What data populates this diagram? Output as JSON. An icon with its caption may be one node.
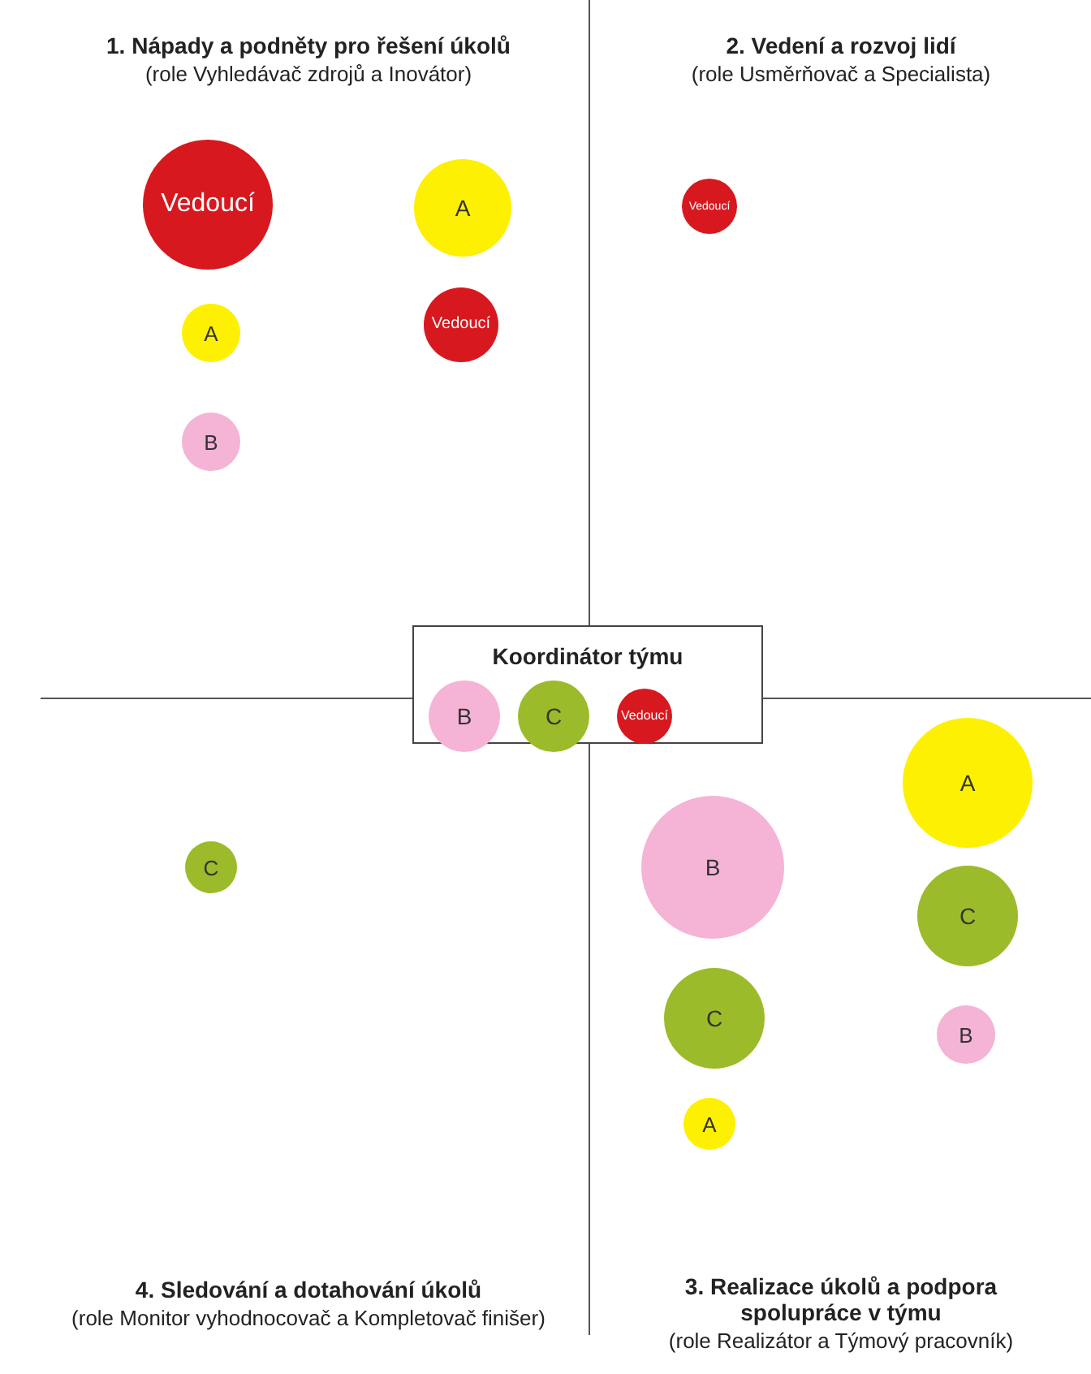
{
  "diagram": {
    "nodes": [
      {
        "text": [
          "Vedoucí"
        ]
      },
      {
        "text": [
          "A"
        ]
      },
      {
        "text": [
          "Vedoucí"
        ]
      },
      {
        "text": [
          "Vedoucí"
        ]
      },
      {
        "text": [
          "A"
        ]
      },
      {
        "text": [
          "B"
        ]
      },
      {
        "text": [
          "Koordinátor týmu"
        ]
      },
      {
        "text": [
          "B"
        ],
        "in": 6
      },
      {
        "text": [
          "C"
        ],
        "in": 6
      },
      {
        "text": [
          "Vedoucí"
        ],
        "in": 6
      },
      {
        "text": [
          "A"
        ]
      },
      {
        "text": [
          "B"
        ]
      },
      {
        "text": [
          "C"
        ]
      },
      {
        "text": [
          "C"
        ]
      },
      {
        "text": [
          "C"
        ]
      },
      {
        "text": [
          "B"
        ]
      },
      {
        "text": [
          "A"
        ]
      }
    ],
    "labels": [
      "1. Nápady a podněty pro řešení úkolů",
      "(role Vyhledávač zdrojů a Inovátor)",
      "2. Vedení a rozvoj lidí",
      "(role Usměrňovač a Specialista)",
      "4. Sledování a dotahování úkolů",
      "(role Monitor vyhodnocovač a Kompletovač finišer)",
      "3. Realizace úkolů a podpora spolupráce v týmu",
      "(role Realizátor a Týmový pracovník)"
    ]
  }
}
